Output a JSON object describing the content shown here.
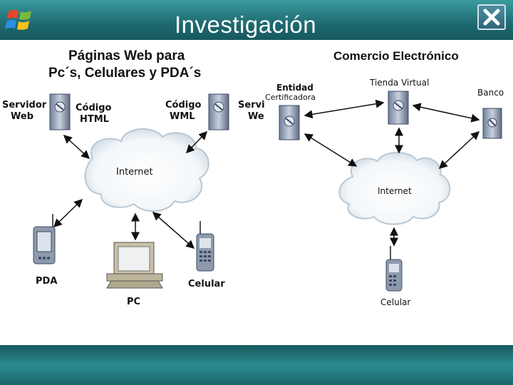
{
  "slide": {
    "title": "Investigación",
    "left_heading_line1": "Páginas Web para",
    "left_heading_line2": "Pc´s, Celulares y PDA´s",
    "right_heading": "Comercio Electrónico"
  },
  "left_diagram": {
    "server_label_line1": "Servidor",
    "server_label_line2": "Web",
    "html_label_line1": "Código",
    "html_label_line2": "HTML",
    "wml_label_line1": "Código",
    "wml_label_line2": "WML",
    "internet_label": "Internet",
    "pda_label": "PDA",
    "pc_label": "PC",
    "celular_label": "Celular"
  },
  "right_diagram": {
    "server_label_line1": "Servi",
    "server_label_line2": "We",
    "entity_label_line1": "Entidad",
    "entity_label_line2": "Certificadora",
    "store_label": "Tienda Virtual",
    "bank_label": "Banco",
    "internet_label": "Internet",
    "celular_label": "Celular"
  }
}
